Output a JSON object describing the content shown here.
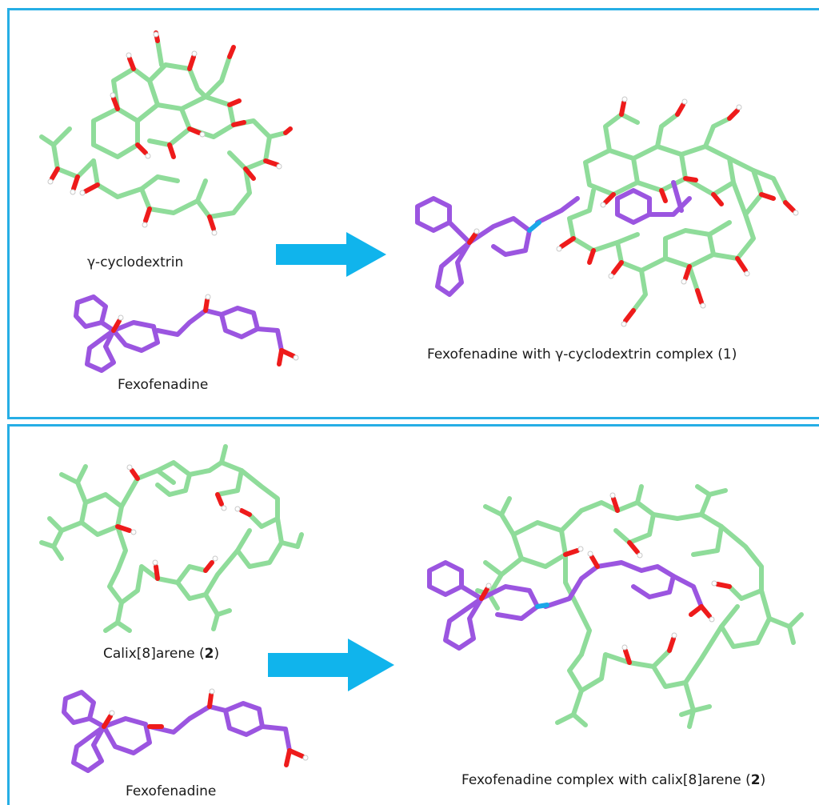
{
  "colors": {
    "frame": "#26aee5",
    "arrow": "#10b4ec",
    "carbon_host": "#8fdc9a",
    "carbon_guest": "#9b55e0",
    "oxygen": "#ee1b1b",
    "nitrogen": "#1aa7e8",
    "hydrogen": "#ffffff"
  },
  "panel_1": {
    "host_label": "γ-cyclodextrin",
    "guest_label": "Fexofenadine",
    "product_label": "Fexofenadine with γ-cyclodextrin complex (1)"
  },
  "panel_2": {
    "host_label_text": "Calix[8]arene (",
    "host_label_num": "2",
    "host_label_close": ")",
    "guest_label": "Fexofenadine",
    "product_label_text": "Fexofenadine  complex with calix[8]arene (",
    "product_label_num": "2",
    "product_label_close": ")"
  }
}
